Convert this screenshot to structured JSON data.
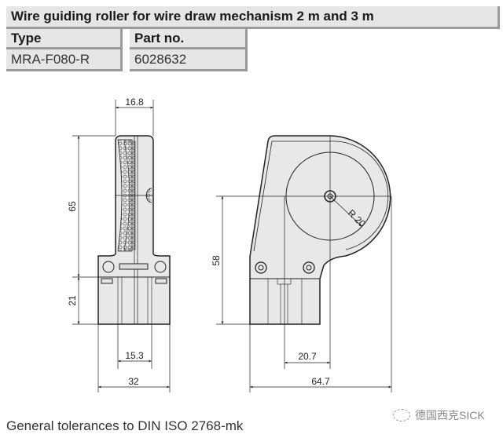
{
  "table": {
    "title": "Wire guiding roller for wire draw mechanism 2 m and 3 m",
    "columns": [
      "Type",
      "Part no."
    ],
    "rows": [
      [
        "MRA-F080-R",
        "6028632"
      ]
    ]
  },
  "drawing": {
    "front_view": {
      "width_top": "16.8",
      "height_roller": "65",
      "height_base": "21",
      "hole_spacing": "15.3",
      "width_base": "32"
    },
    "side_view": {
      "radius": "R 20",
      "height": "58",
      "offset": "20.7",
      "width": "64.7"
    }
  },
  "footer": {
    "note": "General tolerances to DIN ISO 2768-mk"
  },
  "watermark": {
    "text": "德国西克SICK",
    "icon": "wechat-icon"
  }
}
